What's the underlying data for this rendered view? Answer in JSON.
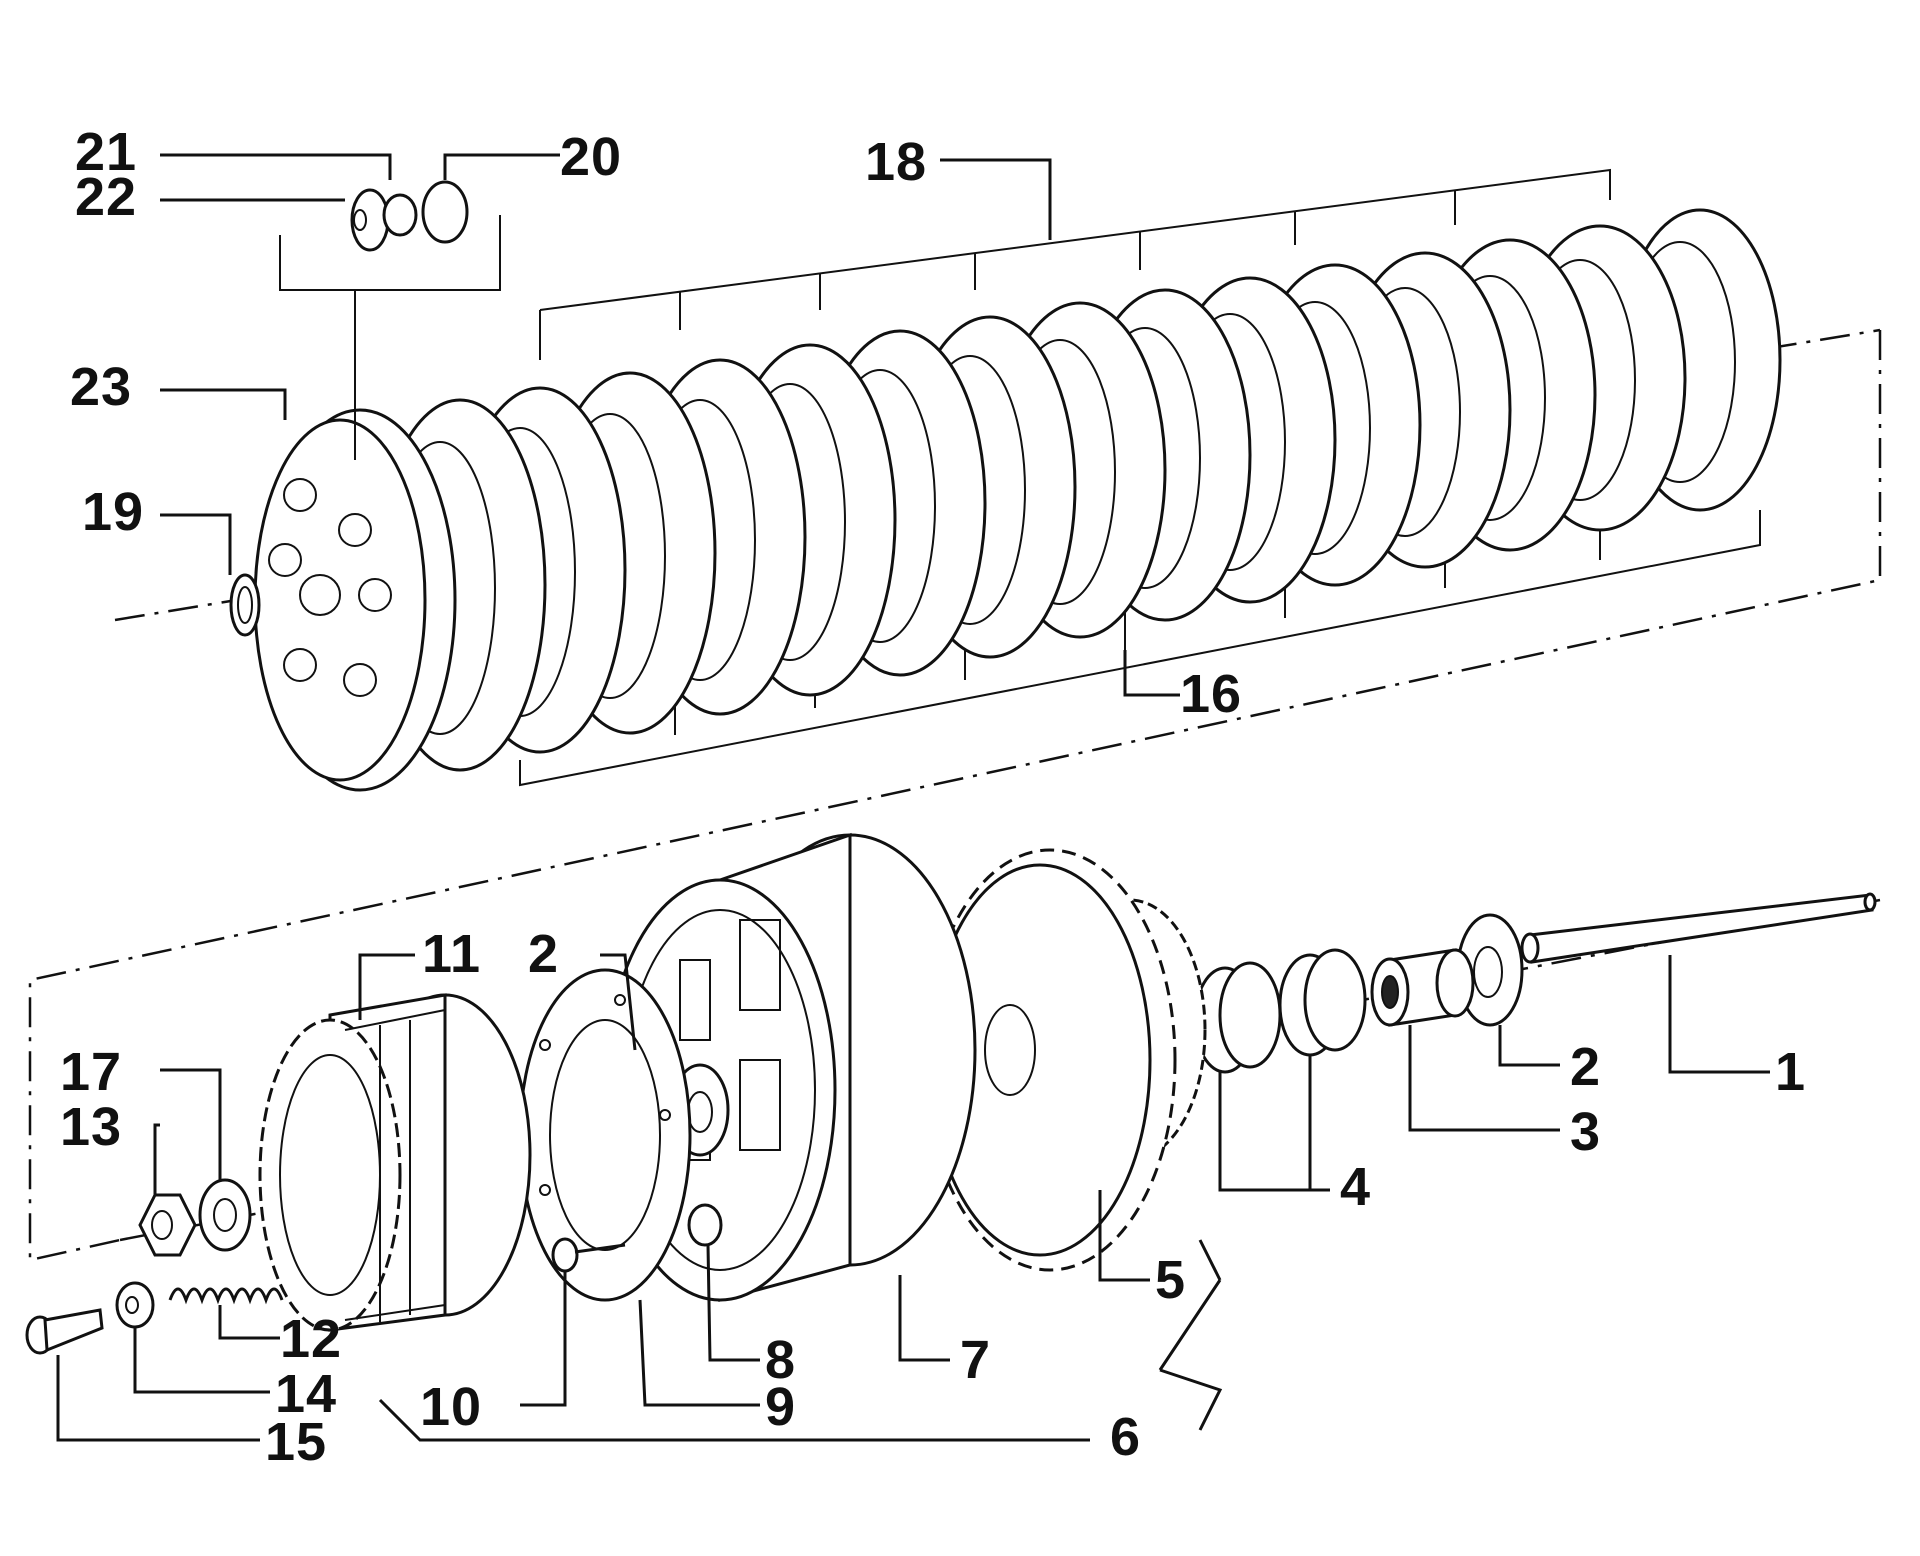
{
  "diagram": {
    "callouts": [
      {
        "id": "c21",
        "text": "21"
      },
      {
        "id": "c22",
        "text": "22"
      },
      {
        "id": "c20",
        "text": "20"
      },
      {
        "id": "c18",
        "text": "18"
      },
      {
        "id": "c23",
        "text": "23"
      },
      {
        "id": "c19",
        "text": "19"
      },
      {
        "id": "c16",
        "text": "16"
      },
      {
        "id": "c11",
        "text": "11"
      },
      {
        "id": "c2a",
        "text": "2"
      },
      {
        "id": "c17",
        "text": "17"
      },
      {
        "id": "c13",
        "text": "13"
      },
      {
        "id": "c2b",
        "text": "2"
      },
      {
        "id": "c1",
        "text": "1"
      },
      {
        "id": "c3",
        "text": "3"
      },
      {
        "id": "c4",
        "text": "4"
      },
      {
        "id": "c5",
        "text": "5"
      },
      {
        "id": "c12",
        "text": "12"
      },
      {
        "id": "c14",
        "text": "14"
      },
      {
        "id": "c15",
        "text": "15"
      },
      {
        "id": "c10",
        "text": "10"
      },
      {
        "id": "c9",
        "text": "9"
      },
      {
        "id": "c8",
        "text": "8"
      },
      {
        "id": "c7",
        "text": "7"
      },
      {
        "id": "c6",
        "text": "6"
      }
    ]
  }
}
